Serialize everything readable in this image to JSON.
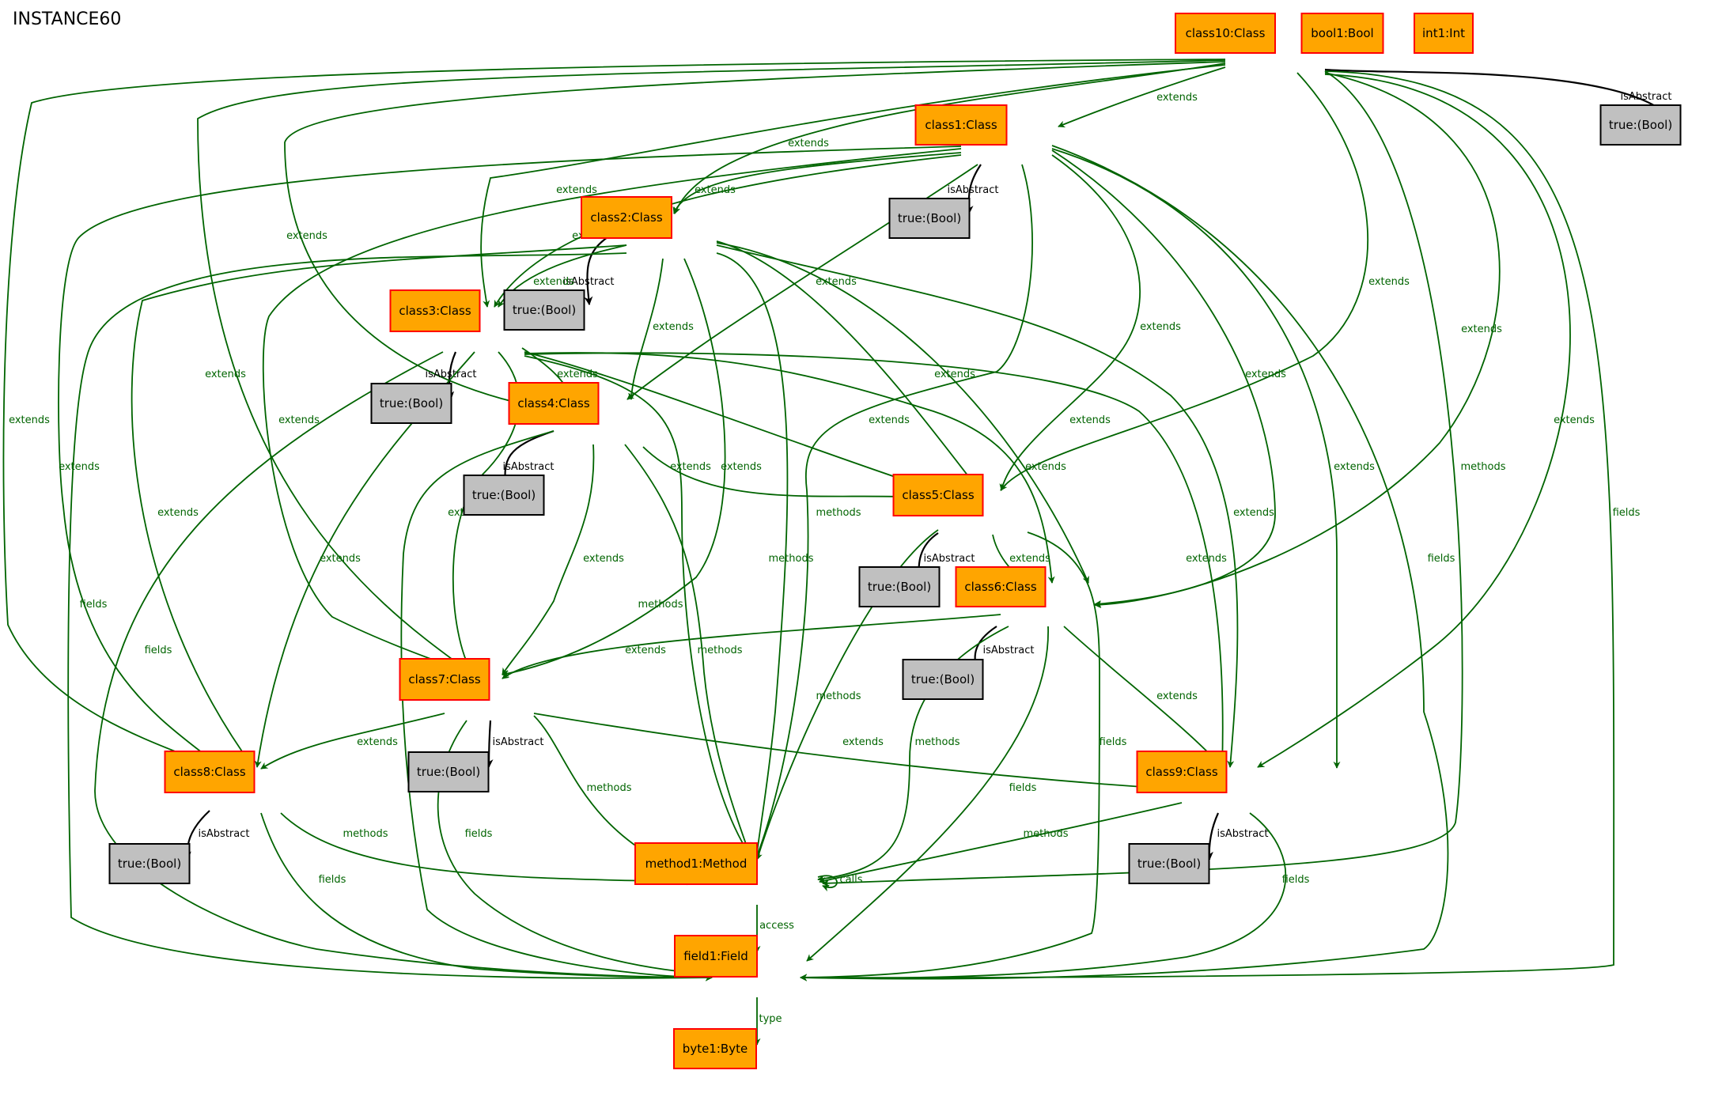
{
  "title": "INSTANCE60",
  "colors": {
    "object_fill": "#ffa500",
    "object_border": "#ff0000",
    "value_fill": "#c0c0c0",
    "value_border": "#000000",
    "relation_edge": "#006400",
    "attribute_edge": "#000000"
  },
  "nodes": [
    {
      "id": "class10",
      "label": "class10:Class",
      "kind": "object"
    },
    {
      "id": "bool1",
      "label": "bool1:Bool",
      "kind": "object"
    },
    {
      "id": "int1",
      "label": "int1:Int",
      "kind": "object"
    },
    {
      "id": "t10",
      "label": "true:(Bool)",
      "kind": "value"
    },
    {
      "id": "class1",
      "label": "class1:Class",
      "kind": "object"
    },
    {
      "id": "t1",
      "label": "true:(Bool)",
      "kind": "value"
    },
    {
      "id": "class2",
      "label": "class2:Class",
      "kind": "object"
    },
    {
      "id": "t2",
      "label": "true:(Bool)",
      "kind": "value"
    },
    {
      "id": "class3",
      "label": "class3:Class",
      "kind": "object"
    },
    {
      "id": "t3",
      "label": "true:(Bool)",
      "kind": "value"
    },
    {
      "id": "class4",
      "label": "class4:Class",
      "kind": "object"
    },
    {
      "id": "t4",
      "label": "true:(Bool)",
      "kind": "value"
    },
    {
      "id": "class5",
      "label": "class5:Class",
      "kind": "object"
    },
    {
      "id": "t5",
      "label": "true:(Bool)",
      "kind": "value"
    },
    {
      "id": "class6",
      "label": "class6:Class",
      "kind": "object"
    },
    {
      "id": "t6",
      "label": "true:(Bool)",
      "kind": "value"
    },
    {
      "id": "class7",
      "label": "class7:Class",
      "kind": "object"
    },
    {
      "id": "t7",
      "label": "true:(Bool)",
      "kind": "value"
    },
    {
      "id": "class8",
      "label": "class8:Class",
      "kind": "object"
    },
    {
      "id": "t8",
      "label": "true:(Bool)",
      "kind": "value"
    },
    {
      "id": "class9",
      "label": "class9:Class",
      "kind": "object"
    },
    {
      "id": "t9",
      "label": "true:(Bool)",
      "kind": "value"
    },
    {
      "id": "method1",
      "label": "method1:Method",
      "kind": "object"
    },
    {
      "id": "field1",
      "label": "field1:Field",
      "kind": "object"
    },
    {
      "id": "byte1",
      "label": "byte1:Byte",
      "kind": "object"
    }
  ],
  "edges": [
    {
      "from": "class10",
      "to": "t10",
      "label": "isAbstract",
      "kind": "attribute"
    },
    {
      "from": "class10",
      "to": "class1",
      "label": "extends",
      "kind": "relation"
    },
    {
      "from": "class10",
      "to": "class2",
      "label": "extends",
      "kind": "relation"
    },
    {
      "from": "class10",
      "to": "class3",
      "label": "extends",
      "kind": "relation"
    },
    {
      "from": "class10",
      "to": "class4",
      "label": "extends",
      "kind": "relation"
    },
    {
      "from": "class10",
      "to": "class5",
      "label": "extends",
      "kind": "relation"
    },
    {
      "from": "class10",
      "to": "class6",
      "label": "extends",
      "kind": "relation"
    },
    {
      "from": "class10",
      "to": "class7",
      "label": "extends",
      "kind": "relation"
    },
    {
      "from": "class10",
      "to": "class8",
      "label": "extends",
      "kind": "relation"
    },
    {
      "from": "class10",
      "to": "class9",
      "label": "extends",
      "kind": "relation"
    },
    {
      "from": "class10",
      "to": "method1",
      "label": "methods",
      "kind": "relation"
    },
    {
      "from": "class10",
      "to": "field1",
      "label": "fields",
      "kind": "relation"
    },
    {
      "from": "class1",
      "to": "t1",
      "label": "isAbstract",
      "kind": "attribute"
    },
    {
      "from": "class1",
      "to": "class2",
      "label": "extends",
      "kind": "relation"
    },
    {
      "from": "class1",
      "to": "class3",
      "label": "extends",
      "kind": "relation"
    },
    {
      "from": "class1",
      "to": "class4",
      "label": "extends",
      "kind": "relation"
    },
    {
      "from": "class1",
      "to": "class5",
      "label": "extends",
      "kind": "relation"
    },
    {
      "from": "class1",
      "to": "class6",
      "label": "extends",
      "kind": "relation"
    },
    {
      "from": "class1",
      "to": "class7",
      "label": "extends",
      "kind": "relation"
    },
    {
      "from": "class1",
      "to": "class8",
      "label": "extends",
      "kind": "relation"
    },
    {
      "from": "class1",
      "to": "class9",
      "label": "extends",
      "kind": "relation"
    },
    {
      "from": "class1",
      "to": "method1",
      "label": "methods",
      "kind": "relation"
    },
    {
      "from": "class1",
      "to": "field1",
      "label": "fields",
      "kind": "relation"
    },
    {
      "from": "class2",
      "to": "t2",
      "label": "isAbstract",
      "kind": "attribute"
    },
    {
      "from": "class2",
      "to": "class3",
      "label": "extends",
      "kind": "relation"
    },
    {
      "from": "class2",
      "to": "class4",
      "label": "extends",
      "kind": "relation"
    },
    {
      "from": "class2",
      "to": "class5",
      "label": "extends",
      "kind": "relation"
    },
    {
      "from": "class2",
      "to": "class6",
      "label": "extends",
      "kind": "relation"
    },
    {
      "from": "class2",
      "to": "class7",
      "label": "extends",
      "kind": "relation"
    },
    {
      "from": "class2",
      "to": "class8",
      "label": "extends",
      "kind": "relation"
    },
    {
      "from": "class2",
      "to": "class9",
      "label": "extends",
      "kind": "relation"
    },
    {
      "from": "class2",
      "to": "method1",
      "label": "methods",
      "kind": "relation"
    },
    {
      "from": "class2",
      "to": "field1",
      "label": "fields",
      "kind": "relation"
    },
    {
      "from": "class3",
      "to": "t3",
      "label": "isAbstract",
      "kind": "attribute"
    },
    {
      "from": "class3",
      "to": "class4",
      "label": "extends",
      "kind": "relation"
    },
    {
      "from": "class3",
      "to": "class5",
      "label": "extends",
      "kind": "relation"
    },
    {
      "from": "class3",
      "to": "class6",
      "label": "extends",
      "kind": "relation"
    },
    {
      "from": "class3",
      "to": "class7",
      "label": "extends",
      "kind": "relation"
    },
    {
      "from": "class3",
      "to": "class8",
      "label": "extends",
      "kind": "relation"
    },
    {
      "from": "class3",
      "to": "class9",
      "label": "extends",
      "kind": "relation"
    },
    {
      "from": "class3",
      "to": "method1",
      "label": "methods",
      "kind": "relation"
    },
    {
      "from": "class3",
      "to": "field1",
      "label": "fields",
      "kind": "relation"
    },
    {
      "from": "class4",
      "to": "t4",
      "label": "isAbstract",
      "kind": "attribute"
    },
    {
      "from": "class4",
      "to": "class5",
      "label": "extends",
      "kind": "relation"
    },
    {
      "from": "class4",
      "to": "class7",
      "label": "extends",
      "kind": "relation"
    },
    {
      "from": "class4",
      "to": "method1",
      "label": "methods",
      "kind": "relation"
    },
    {
      "from": "class4",
      "to": "field1",
      "label": "fields",
      "kind": "relation"
    },
    {
      "from": "class5",
      "to": "t5",
      "label": "isAbstract",
      "kind": "attribute"
    },
    {
      "from": "class5",
      "to": "class6",
      "label": "extends",
      "kind": "relation"
    },
    {
      "from": "class5",
      "to": "method1",
      "label": "methods",
      "kind": "relation"
    },
    {
      "from": "class5",
      "to": "field1",
      "label": "fields",
      "kind": "relation"
    },
    {
      "from": "class6",
      "to": "t6",
      "label": "isAbstract",
      "kind": "attribute"
    },
    {
      "from": "class6",
      "to": "class7",
      "label": "extends",
      "kind": "relation"
    },
    {
      "from": "class6",
      "to": "class9",
      "label": "extends",
      "kind": "relation"
    },
    {
      "from": "class6",
      "to": "method1",
      "label": "methods",
      "kind": "relation"
    },
    {
      "from": "class6",
      "to": "field1",
      "label": "fields",
      "kind": "relation"
    },
    {
      "from": "class7",
      "to": "t7",
      "label": "isAbstract",
      "kind": "attribute"
    },
    {
      "from": "class7",
      "to": "class8",
      "label": "extends",
      "kind": "relation"
    },
    {
      "from": "class7",
      "to": "class9",
      "label": "extends",
      "kind": "relation"
    },
    {
      "from": "class7",
      "to": "method1",
      "label": "methods",
      "kind": "relation"
    },
    {
      "from": "class7",
      "to": "field1",
      "label": "fields",
      "kind": "relation"
    },
    {
      "from": "class8",
      "to": "t8",
      "label": "isAbstract",
      "kind": "attribute"
    },
    {
      "from": "class8",
      "to": "method1",
      "label": "methods",
      "kind": "relation"
    },
    {
      "from": "class8",
      "to": "field1",
      "label": "fields",
      "kind": "relation"
    },
    {
      "from": "class9",
      "to": "t9",
      "label": "isAbstract",
      "kind": "attribute"
    },
    {
      "from": "class9",
      "to": "method1",
      "label": "methods",
      "kind": "relation"
    },
    {
      "from": "class9",
      "to": "field1",
      "label": "fields",
      "kind": "relation"
    },
    {
      "from": "method1",
      "to": "method1",
      "label": "calls",
      "kind": "relation"
    },
    {
      "from": "method1",
      "to": "field1",
      "label": "access",
      "kind": "relation"
    },
    {
      "from": "field1",
      "to": "byte1",
      "label": "type",
      "kind": "relation"
    }
  ]
}
